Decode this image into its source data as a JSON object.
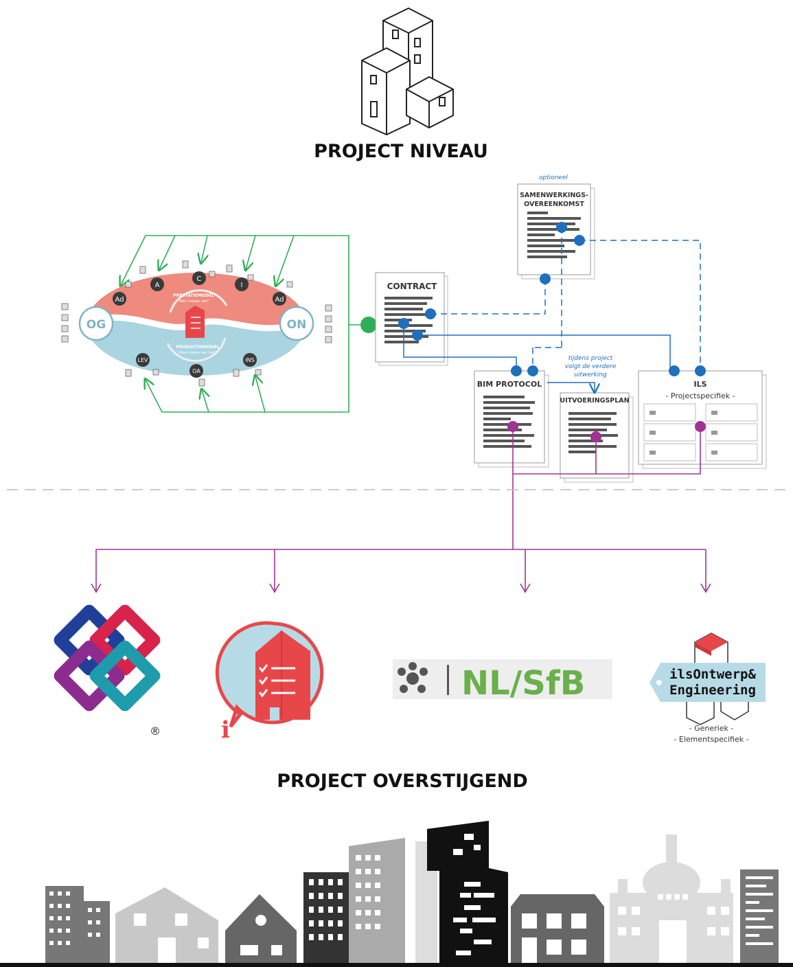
{
  "headings": {
    "project_niveau": "PROJECT NIVEAU",
    "project_overstijgend": "PROJECT OVERSTIJGEND"
  },
  "ellipse": {
    "og": "OG",
    "on": "ON",
    "top_band_title": "PRESTATIEMODEL",
    "top_band_sub": "Wat maken we?",
    "bottom_band_title": "PRODUCTIEMODEL",
    "bottom_band_sub": "Hoe maken we het?",
    "nodes_top": [
      "Ad",
      "A",
      "C",
      "I",
      "Ad"
    ],
    "nodes_bottom": [
      "LEV",
      "OA",
      "INS"
    ]
  },
  "documents": {
    "contract": "CONTRACT",
    "samenwerking_line1": "SAMENWERKINGS-",
    "samenwerking_line2": "OVEREENKOMST",
    "optioneel": "optioneel",
    "bim_protocol": "BIM PROTOCOL",
    "uitvoeringsplan": "UITVOERINGSPLAN",
    "ils_title": "ILS",
    "ils_sub": "- Projectspecifiek -",
    "tijdens_line1": "tijdens project",
    "tijdens_line2": "volgt de verdere",
    "tijdens_line3": "uitwerking"
  },
  "logos": {
    "nlsfb": "NL/SfB",
    "ils_line1": "ilsOntwerp&",
    "ils_line2": "Engineering",
    "ils_sub1": "- Generiek -",
    "ils_sub2": "- Elementspecifiek -",
    "ifc_registered": "®",
    "info_letter": "i"
  },
  "colors": {
    "green": "#2fae5a",
    "blue": "#1f6fbf",
    "purple": "#a0338f",
    "salmon": "#ef8a7e",
    "lightblue": "#a9d4e0",
    "dash": "#bbbbbb"
  }
}
